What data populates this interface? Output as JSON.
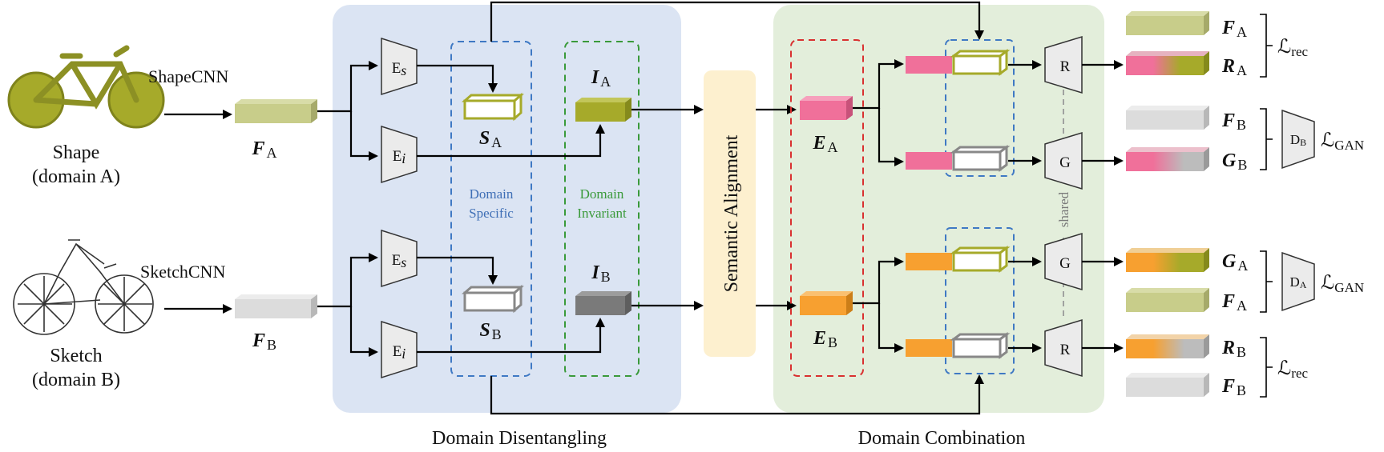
{
  "inputs": {
    "shape_label_line1": "Shape",
    "shape_label_line2": "(domain A)",
    "sketch_label_line1": "Sketch",
    "sketch_label_line2": "(domain B)",
    "shape_cnn": "ShapeCNN",
    "sketch_cnn": "SketchCNN"
  },
  "features": {
    "F_main": "F",
    "sub_A": "A",
    "sub_B": "B"
  },
  "encoders": {
    "es_main": "E",
    "es_sub": "s",
    "ei_main": "E",
    "ei_sub": "i"
  },
  "disentangling": {
    "S_main": "S",
    "I_main": "I",
    "domain_specific_1": "Domain",
    "domain_specific_2": "Specific",
    "domain_invariant_1": "Domain",
    "domain_invariant_2": "Invariant",
    "caption": "Domain Disentangling"
  },
  "alignment": {
    "label": "Semantic Alignment"
  },
  "combination": {
    "E_main": "E",
    "R": "R",
    "G": "G",
    "shared": "shared",
    "caption": "Domain Combination"
  },
  "outputs": {
    "F_main": "F",
    "R_main": "R",
    "G_main": "G",
    "loss_L": "ℒ",
    "rec": "rec",
    "gan": "GAN",
    "D_main": "D"
  },
  "colors": {
    "disentangle_bg": "#dbe4f3",
    "combine_bg": "#e3eedb",
    "align_bg": "#fdf0cf",
    "feat_A": "#c8cd8a",
    "feat_B": "#dcdcdc",
    "inv_A": "#a6aa2a",
    "inv_B": "#7a7a7a",
    "pink": "#f0709a",
    "orange": "#f7a030",
    "blue_dash": "#3f79c4",
    "green_dash": "#3a9a3a",
    "red_dash": "#d93030"
  }
}
